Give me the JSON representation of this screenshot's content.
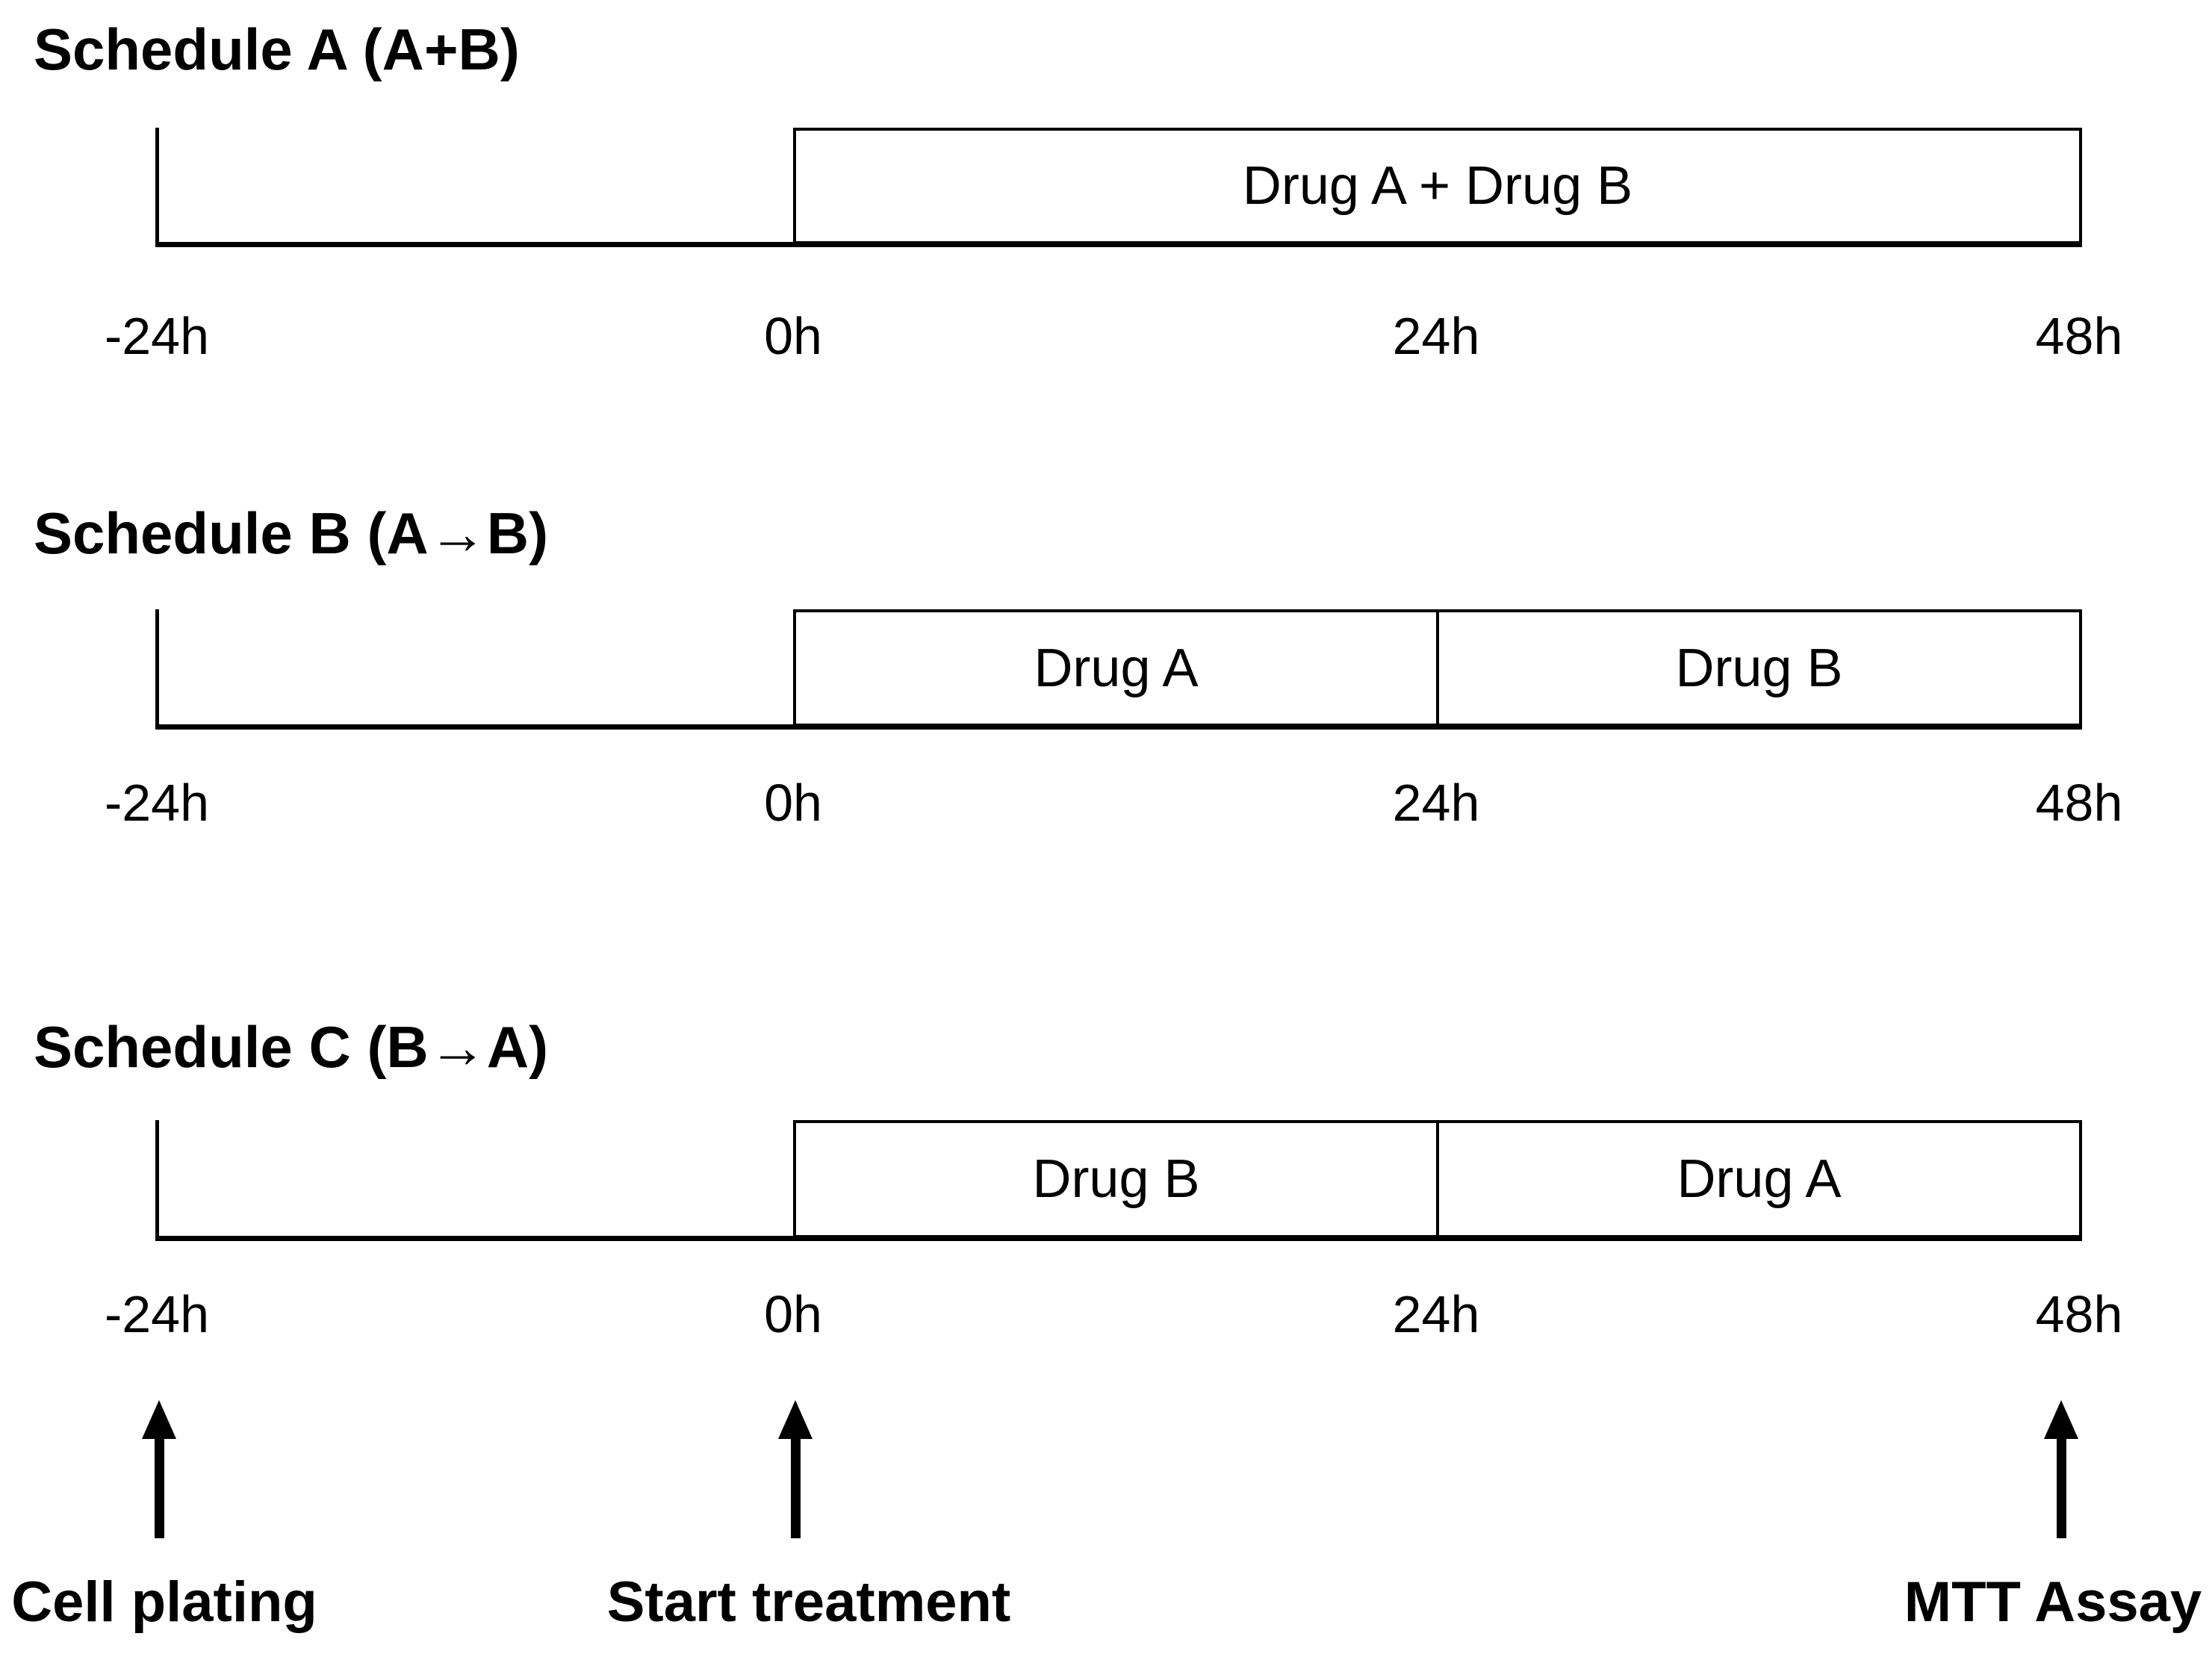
{
  "figure": {
    "background_color": "#ffffff",
    "ink_color": "#000000",
    "description": "Drug combination treatment schedule timelines"
  },
  "schedules": [
    {
      "title": "Schedule A (A+B)",
      "ticks": [
        "-24h",
        "0h",
        "24h",
        "48h"
      ],
      "segments": [
        {
          "label": "Drug A + Drug B",
          "start": "0h",
          "end": "48h"
        }
      ]
    },
    {
      "title": "Schedule B (A→B)",
      "ticks": [
        "-24h",
        "0h",
        "24h",
        "48h"
      ],
      "segments": [
        {
          "label": "Drug A",
          "start": "0h",
          "end": "24h"
        },
        {
          "label": "Drug B",
          "start": "24h",
          "end": "48h"
        }
      ]
    },
    {
      "title": "Schedule C (B→A)",
      "ticks": [
        "-24h",
        "0h",
        "24h",
        "48h"
      ],
      "segments": [
        {
          "label": "Drug B",
          "start": "0h",
          "end": "24h"
        },
        {
          "label": "Drug A",
          "start": "24h",
          "end": "48h"
        }
      ]
    }
  ],
  "events": [
    {
      "label": "Cell plating",
      "time": "-24h"
    },
    {
      "label": "Start treatment",
      "time": "0h"
    },
    {
      "label": "MTT Assay",
      "time": "48h"
    }
  ]
}
